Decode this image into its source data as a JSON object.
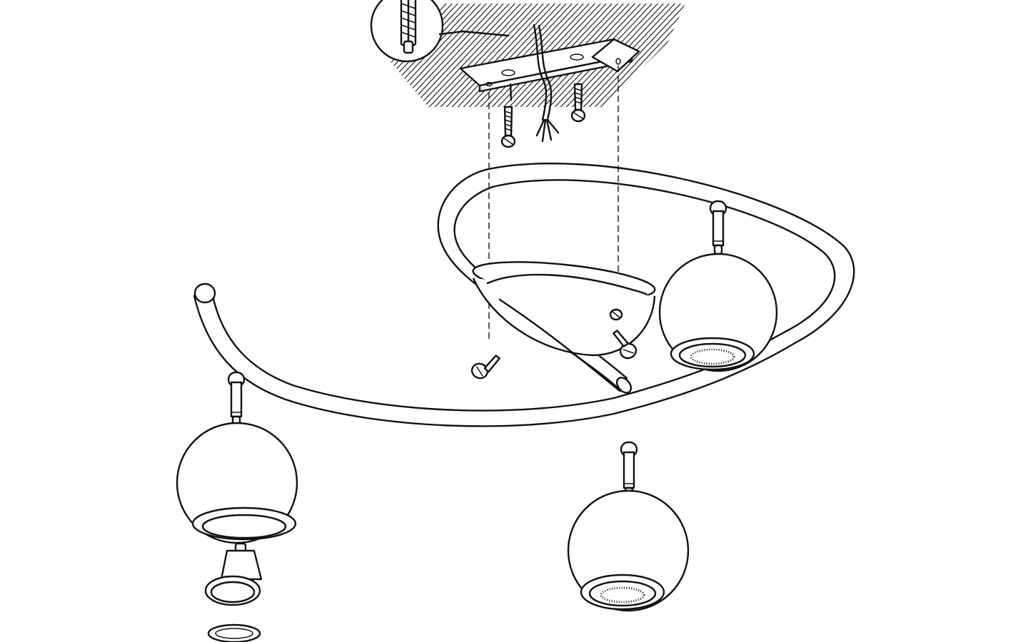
{
  "diagram": {
    "colors": {
      "line": "#111111",
      "background": "#ffffff"
    },
    "parts": [
      "ceiling-surface",
      "wall-plug-detail",
      "mounting-bracket",
      "mounting-screws",
      "supply-wires",
      "ceiling-canopy",
      "fixing-screws",
      "curved-arm",
      "spot-head-left",
      "spot-head-right",
      "spot-head-bottom",
      "gu10-bulb",
      "glass-disc"
    ]
  }
}
